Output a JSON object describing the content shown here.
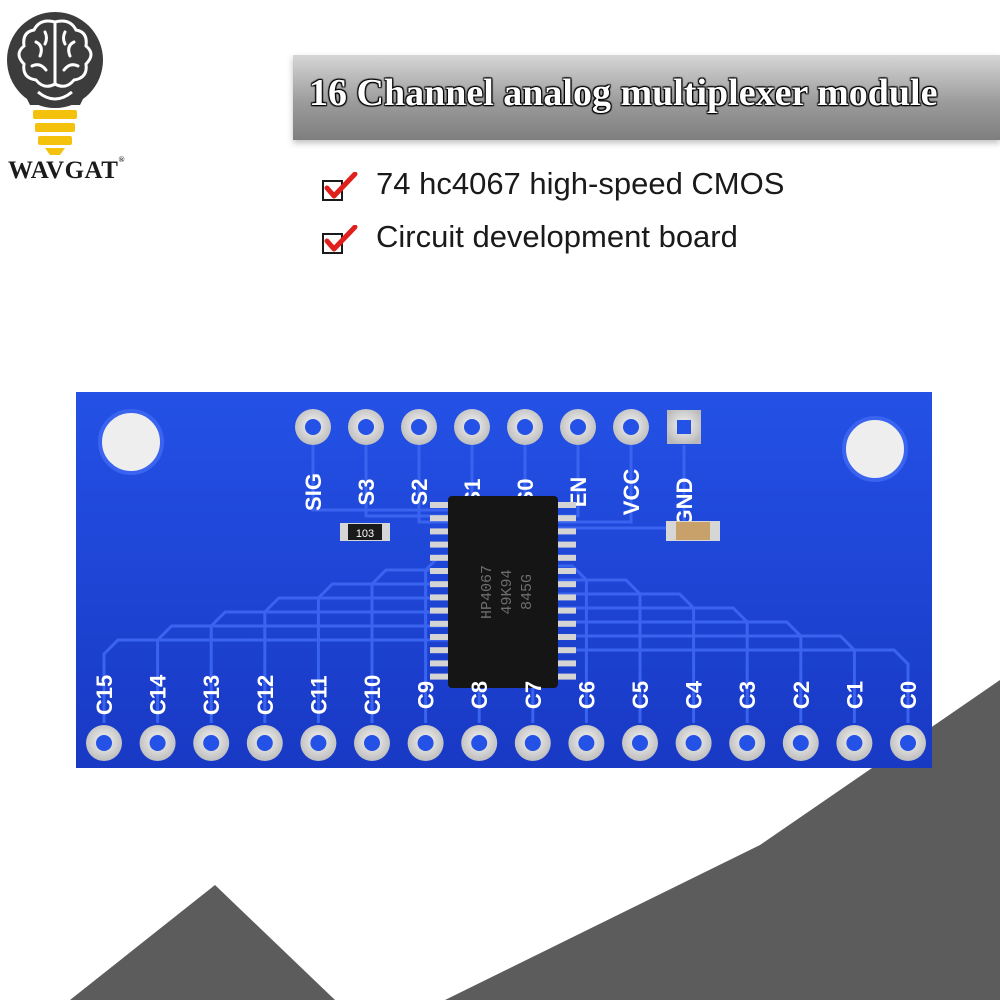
{
  "brand": {
    "name": "WAVGAT",
    "trademark": "®"
  },
  "title": "16 Channel analog multiplexer module",
  "features": [
    {
      "icon": "check-mark-icon",
      "text": "74 hc4067 high-speed CMOS"
    },
    {
      "icon": "check-mark-icon",
      "text": "Circuit development board"
    }
  ],
  "board": {
    "top_pins": [
      "SIG",
      "S3",
      "S2",
      "S1",
      "S0",
      "EN",
      "VCC",
      "GND"
    ],
    "bottom_pins": [
      "C15",
      "C14",
      "C13",
      "C12",
      "C11",
      "C10",
      "C9",
      "C8",
      "C7",
      "C6",
      "C5",
      "C4",
      "C3",
      "C2",
      "C1",
      "C0"
    ],
    "resistor_label": "103",
    "chip_marking": [
      "HP4067",
      "49K94",
      "845G"
    ]
  },
  "colors": {
    "pcb": "#1a44d8",
    "pcb_dark": "#0f2fa8",
    "trace": "#3a63f0",
    "pad": "#d9d9d9",
    "title_text": "#ffffff",
    "accent_check": "#e0201c",
    "bulb_yellow": "#f4c20d"
  }
}
